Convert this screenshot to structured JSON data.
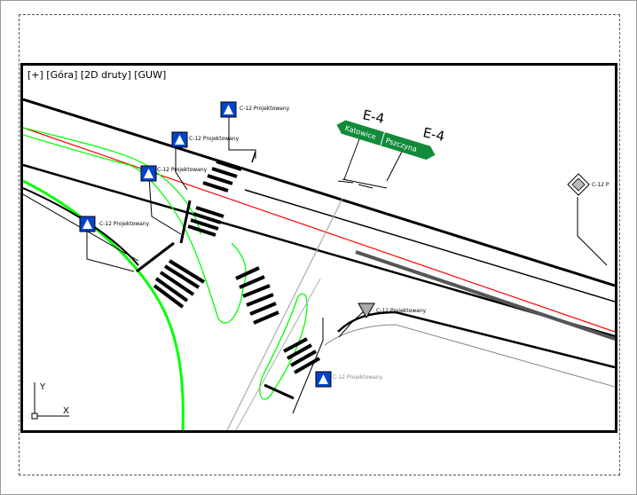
{
  "viewport": {
    "label": "[+] [Góra] [2D druty] [GUW]"
  },
  "ucs": {
    "x_label": "X",
    "y_label": "Y"
  },
  "signs": {
    "c12_label": "C-12 Projektowany",
    "c12_truncated": "C-12 P",
    "e4_left": "E-4",
    "e4_right": "E-4",
    "direction_left": "Katowice",
    "direction_right": "Pszczyna"
  },
  "colors": {
    "road_edge": "#000000",
    "centerline": "#ff0000",
    "island": "#00ff00",
    "sign_blue": "#0044cc",
    "direction_green": "#118a3a",
    "dim_grey": "#888888"
  }
}
